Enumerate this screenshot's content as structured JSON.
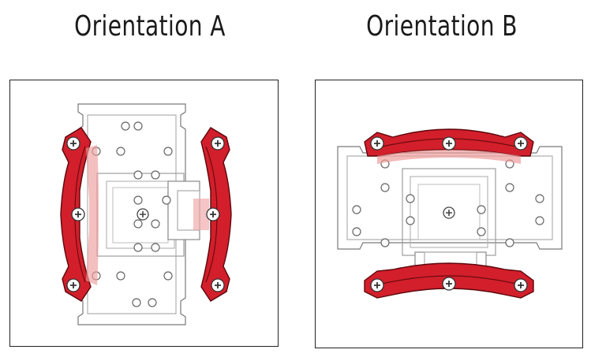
{
  "diagram": {
    "orientations": [
      {
        "id": "a",
        "title": "Orientation A",
        "bracket_direction": "vertical"
      },
      {
        "id": "b",
        "title": "Orientation B",
        "bracket_direction": "horizontal"
      }
    ],
    "colors": {
      "bracket": "#d21f2b",
      "bracket_dark": "#6e0a10",
      "bracket_overlay": "#ee9c9c",
      "plate_line": "#888888",
      "panel_border": "#222222"
    }
  }
}
